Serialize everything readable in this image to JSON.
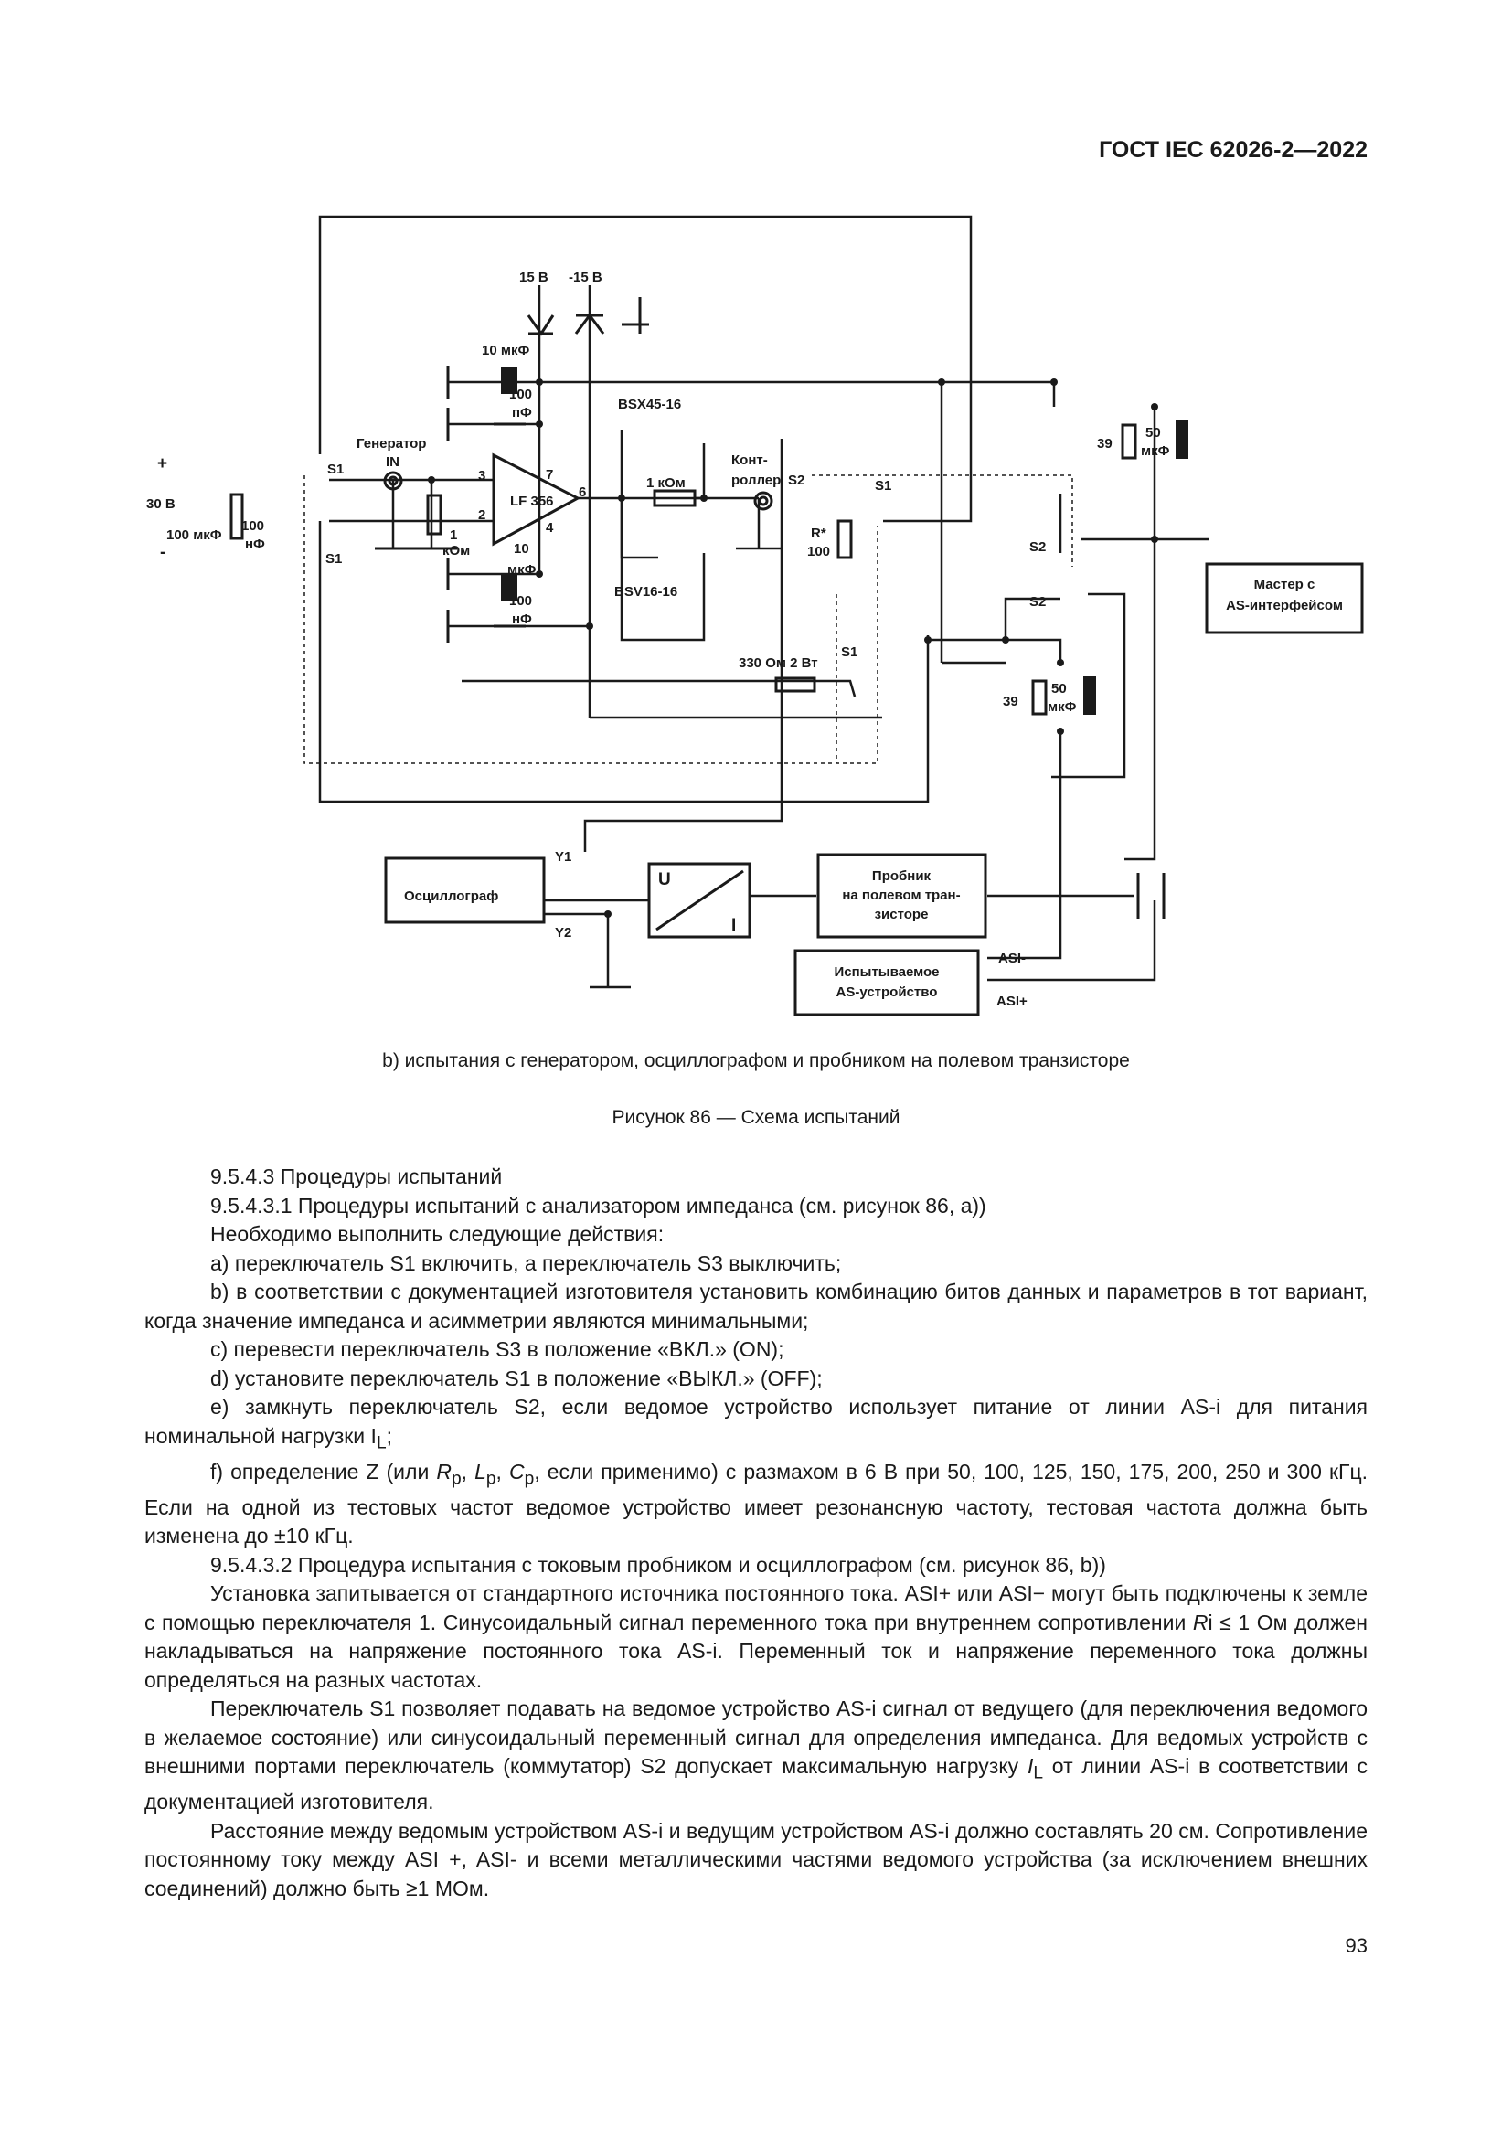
{
  "header": {
    "standard": "ГОСТ IEC 62026-2—2022"
  },
  "figure": {
    "labels": {
      "v15": "15 В",
      "vm15": "-15 В",
      "c10uf_top": "10 мкФ",
      "c100_top": "100",
      "pf": "пФ",
      "bsx": "BSX45-16",
      "bsv": "BSV16-16",
      "gen": "Генератор",
      "gen_in": "IN",
      "plus": "+",
      "minus": "-",
      "v30": "30 В",
      "c100uf": "100 мкФ",
      "c100_nf": "100",
      "nf": "нФ",
      "s1": "S1",
      "s2": "S2",
      "r1": "1",
      "kom": "кОм",
      "r1k": "1 кОм",
      "opamp": "LF 356",
      "pin3": "3",
      "pin2": "2",
      "pin7": "7",
      "pin6": "6",
      "pin4": "4",
      "c10": "10",
      "uf": "мкФ",
      "c100": "100",
      "ctrl1": "Конт-",
      "ctrl2": "роллер",
      "rstar": "R*",
      "r100": "100",
      "r39": "39",
      "l50": "50",
      "luf": "мкФ",
      "r330": "330 Ом 2 Вт",
      "master1": "Мастер с",
      "master2": "AS-интерфейсом",
      "y1": "Y1",
      "y2": "Y2",
      "osc": "Осциллограф",
      "conv_u": "U",
      "conv_i": "I",
      "probe1": "Пробник",
      "probe2": "на полевом тран-",
      "probe3": "зисторе",
      "dut1": "Испытываемое",
      "dut2": "AS-устройство",
      "asim": "ASI-",
      "asip": "ASI+"
    },
    "caption_b": "b) испытания с генератором, осциллографом и пробником на полевом транзисторе",
    "caption": "Рисунок 86 — Схема испытаний"
  },
  "text": {
    "p1": "9.5.4.3 Процедуры испытаний",
    "p2": "9.5.4.3.1 Процедуры испытаний с анализатором импеданса (см. рисунок 86, a))",
    "p3": "Необходимо выполнить следующие действия:",
    "p4": "a) переключатель S1 включить, а переключатель S3 выключить;",
    "p5": "b) в соответствии с документацией изготовителя установить комбинацию битов данных и параметров в тот вариант, когда значение импеданса и асимметрии являются минимальными;",
    "p6": "c) перевести переключатель S3 в положение «ВКЛ.» (ON);",
    "p7": "d) установите переключатель S1 в положение «ВЫКЛ.» (OFF);",
    "p8": "e) замкнуть переключатель S2, если ведомое устройство использует питание от линии AS-i для питания номинальной нагрузки I",
    "p8_sub": "L",
    "p8_end": ";",
    "p9_a": "f) определение Z (или ",
    "p9_r": "R",
    "p9_p1": "p",
    "p9_c1": ", ",
    "p9_l": "L",
    "p9_p2": "p",
    "p9_c2": ", ",
    "p9_cc": "C",
    "p9_p3": "p",
    "p9_b": ", если применимо) с размахом в 6 В при 50, 100, 125, 150, 175, 200, 250 и 300 кГц. Если на одной из тестовых частот ведомое устройство имеет резонансную частоту, тестовая частота должна быть изменена до ±10 кГц.",
    "p10": "9.5.4.3.2 Процедура испытания с токовым пробником и осциллографом (см. рисунок 86, b))",
    "p11_a": "Установка запитывается от стандартного источника постоянного тока. ASI+ или ASI− могут быть подключены к земле с помощью переключателя 1. Синусоидальный сигнал переменного тока при внутреннем сопротивлении ",
    "p11_r": "R",
    "p11_b": "i ≤ 1 Ом должен накладываться на напряжение постоянного тока AS-i. Переменный ток и напряжение переменного тока должны определяться на разных частотах.",
    "p12_a": "Переключатель S1 позволяет подавать на ведомое устройство AS-i сигнал от ведущего (для переключения ведомого в желаемое состояние) или синусоидальный переменный сигнал для определения импеданса. Для ведомых устройств с внешними портами переключатель (коммутатор) S2 допускает максимальную нагрузку ",
    "p12_i": "I",
    "p12_sub": "L",
    "p12_b": " от линии AS-i в соответствии с документацией изготовителя.",
    "p13": "Расстояние между ведомым устройством AS-i и ведущим устройством AS-i должно составлять 20 см. Сопротивление постоянному току между ASI +, ASI- и всеми металлическими частями ведомого устройства (за исключением внешних соединений) должно быть ≥1 МОм."
  },
  "page_number": "93"
}
